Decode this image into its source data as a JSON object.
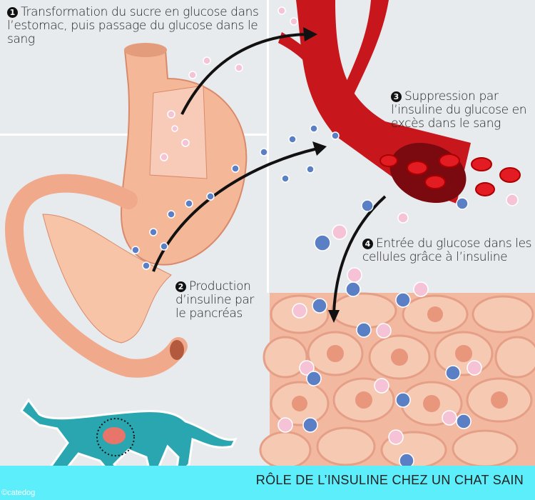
{
  "labels": {
    "step1": {
      "number": "1",
      "text": "Transformation du sucre en glucose dans l’estomac, puis passage du glucose dans le sang"
    },
    "step2": {
      "number": "2",
      "text": "Production d’insuline par le pancréas"
    },
    "step3": {
      "number": "3",
      "text": "Suppression par l’insuline du glucose en excès dans le sang"
    },
    "step4": {
      "number": "4",
      "text": "Entrée du glucose dans les cellules grâce à l’insuline"
    }
  },
  "title": "RÔLE DE L’INSULINE CHEZ UN CHAT SAIN",
  "credit": "©catedog",
  "colors": {
    "background": "#e8ebee",
    "band": "#5ceefb",
    "blood": "#c8161d",
    "tissue": "#f2b9a0",
    "cat": "#2aa6b0",
    "glucose": "#f6c3d6",
    "insulin": "#5b7fc4"
  }
}
